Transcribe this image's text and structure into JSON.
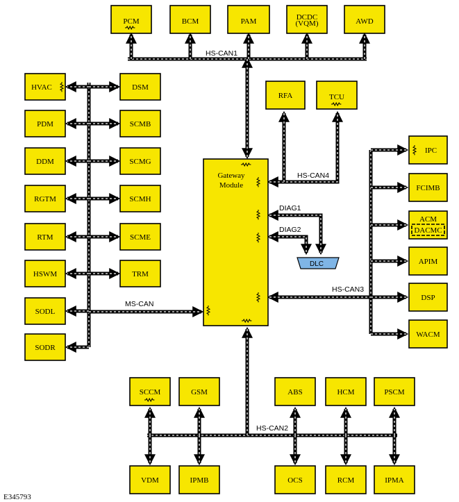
{
  "figure_id": "E345793",
  "gateway": {
    "line1": "Gateway",
    "line2": "Module"
  },
  "dlc": {
    "label": "DLC"
  },
  "buses": {
    "hs_can1": "HS-CAN1",
    "hs_can2": "HS-CAN2",
    "hs_can3": "HS-CAN3",
    "hs_can4": "HS-CAN4",
    "ms_can": "MS-CAN",
    "diag1": "DIAG1",
    "diag2": "DIAG2"
  },
  "hs_can1_modules": [
    "PCM",
    "BCM",
    "PAM",
    "DCDC",
    "AWD"
  ],
  "dcdc_sub": "(VQM)",
  "hs_can4_modules": [
    "RFA",
    "TCU"
  ],
  "ms_can_left": [
    "HVAC",
    "PDM",
    "DDM",
    "RGTM",
    "RTM",
    "HSWM",
    "SODL",
    "SODR"
  ],
  "ms_can_right": [
    "DSM",
    "SCMB",
    "SCMG",
    "SCMH",
    "SCME",
    "TRM"
  ],
  "hs_can3_modules": [
    "IPC",
    "FCIMB",
    "ACM",
    "APIM",
    "DSP",
    "WACM"
  ],
  "acm_sub": "DACMC",
  "hs_can2_top": [
    "SCCM",
    "GSM",
    "ABS",
    "HCM",
    "PSCM"
  ],
  "hs_can2_bottom": [
    "VDM",
    "IPMB",
    "OCS",
    "RCM",
    "IPMA"
  ],
  "colors": {
    "module_fill": "#f7e600",
    "dlc_fill": "#7fb5e6",
    "wire": "#000000"
  }
}
